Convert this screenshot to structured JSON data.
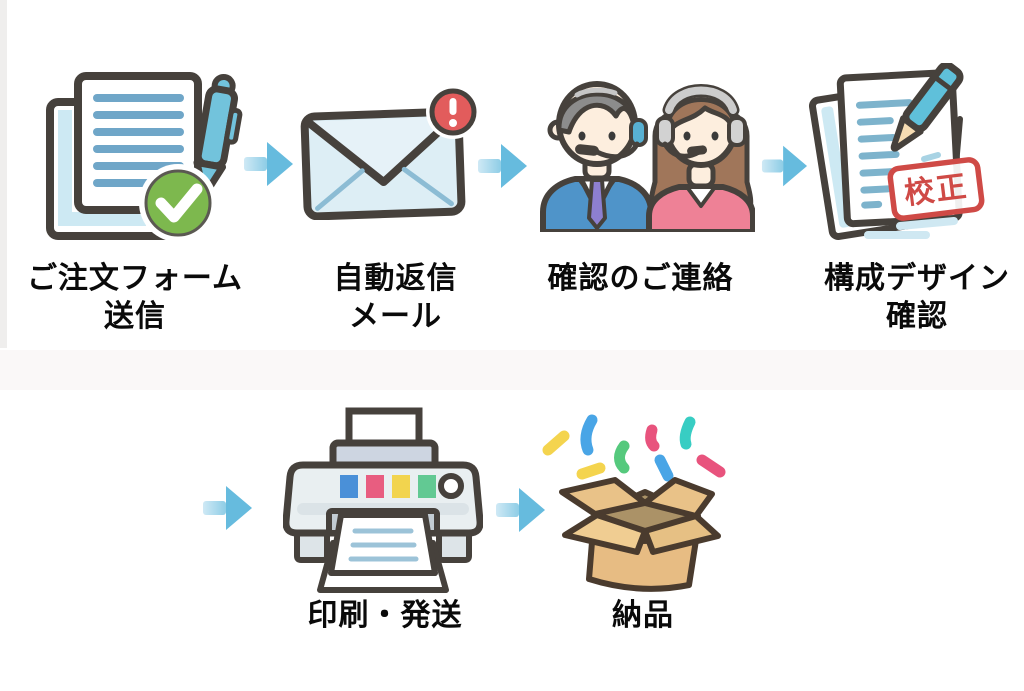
{
  "colors": {
    "outline": "#46413c",
    "arrow_blue": "#66bbde",
    "arrow_tail_light": "#cfe9f5",
    "check_green": "#7db84e",
    "alert_red": "#e25c5c",
    "stamp_red": "#cf4a46",
    "paper_line_blue": "#6fa6c8",
    "envelope_blue": "#ddeef5",
    "pen_blue": "#72c3dc",
    "suit_blue": "#4f94c9",
    "tie_purple": "#8d7fd0",
    "blouse_pink": "#ee8196",
    "box_tan": "#e7bc83"
  },
  "steps": [
    {
      "index": 1,
      "icon": "document-check-icon",
      "line1": "ご注文フォーム",
      "line2": "送信"
    },
    {
      "index": 2,
      "icon": "mail-alert-icon",
      "line1": "自動返信",
      "line2": "メール"
    },
    {
      "index": 3,
      "icon": "support-agents-icon",
      "line1": "確認のご連絡",
      "line2": ""
    },
    {
      "index": 4,
      "icon": "proofread-document-icon",
      "line1": "構成デザイン",
      "line2": "確認"
    },
    {
      "index": 5,
      "icon": "printer-icon",
      "line1": "印刷・発送",
      "line2": ""
    },
    {
      "index": 6,
      "icon": "delivery-box-icon",
      "line1": "納品",
      "line2": ""
    }
  ],
  "stamp": {
    "text": "校正"
  }
}
